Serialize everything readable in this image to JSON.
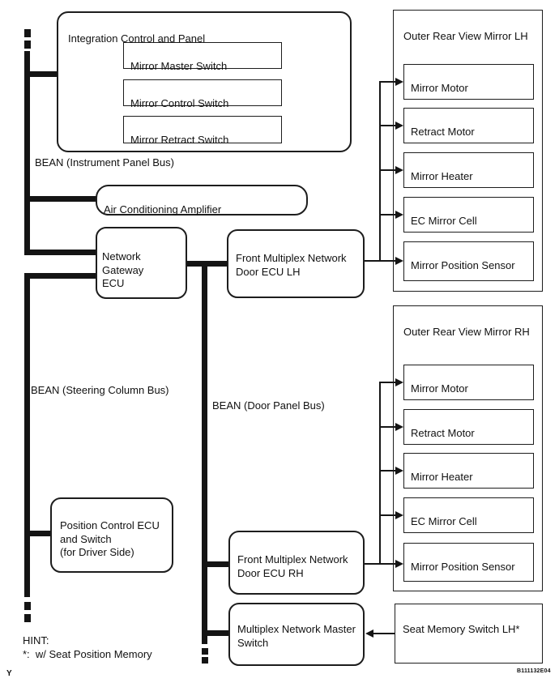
{
  "figure": {
    "code": "B111132E04",
    "corner": "Y"
  },
  "hint": {
    "title": "HINT:",
    "note": "*:  w/ Seat Position Memory"
  },
  "buses": {
    "instrument_panel": "BEAN (Instrument Panel Bus)",
    "steering_column": "BEAN (Steering Column Bus)",
    "door_panel": "BEAN (Door Panel Bus)"
  },
  "integration_panel": {
    "label": "Integration Control and Panel",
    "switches": [
      "Mirror Master Switch",
      "Mirror Control Switch",
      "Mirror Retract Switch"
    ]
  },
  "ac_amplifier": "Air Conditioning Amplifier",
  "network_gateway_ecu": "Network Gateway\nECU",
  "fmn_door_ecu_lh": "Front Multiplex Network\nDoor ECU LH",
  "fmn_door_ecu_rh": "Front Multiplex Network\nDoor ECU RH",
  "mux_master_switch": "Multiplex Network Master\nSwitch",
  "position_control_ecu": "Position Control ECU\nand Switch\n(for Driver Side)",
  "seat_memory_switch": "Seat Memory Switch LH*",
  "mirror_lh": {
    "label": "Outer Rear View Mirror LH",
    "components": [
      "Mirror Motor",
      "Retract Motor",
      "Mirror Heater",
      "EC Mirror Cell",
      "Mirror Position Sensor"
    ]
  },
  "mirror_rh": {
    "label": "Outer Rear View Mirror RH",
    "components": [
      "Mirror Motor",
      "Retract Motor",
      "Mirror Heater",
      "EC Mirror Cell",
      "Mirror Position Sensor"
    ]
  }
}
